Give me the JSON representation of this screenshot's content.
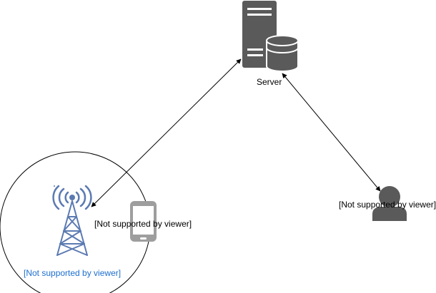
{
  "diagram": {
    "server_label": "Server",
    "phone_label": "[Not supported by viewer]",
    "tower_label": "[Not supported by viewer]",
    "user_label": "[Not supported by viewer]"
  },
  "colors": {
    "icon_gray": "#5a5a5a",
    "phone_gray": "#9e9e9e",
    "tower_blue": "#5b7ab2",
    "tower_label_blue": "#1c6fcf",
    "line_black": "#000000"
  }
}
